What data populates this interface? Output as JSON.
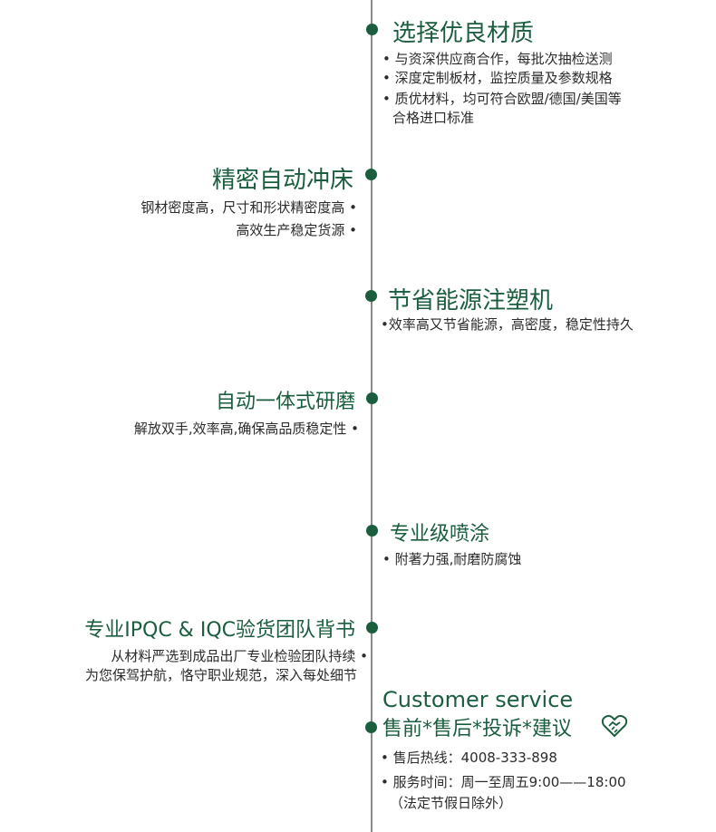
{
  "colors": {
    "accent": "#1a5e3f",
    "axis": "#8a8a8a",
    "text": "#2b2b2b"
  },
  "sections": [
    {
      "title": "选择优良材质",
      "lines": [
        "与资深供应商合作，每批次抽检送测",
        "深度定制板材，监控质量及参数规格",
        "质优材料，均可符合欧盟/德国/美国等",
        "合格进口标准"
      ]
    },
    {
      "title": "精密自动冲床",
      "lines": [
        "钢材密度高，尺寸和形状精密度高",
        "高效生产稳定货源"
      ]
    },
    {
      "title": "节省能源注塑机",
      "lines": [
        "效率高又节省能源，高密度，稳定性持久"
      ]
    },
    {
      "title": "自动一体式研磨",
      "lines": [
        "解放双手,效率高,确保高品质稳定性"
      ]
    },
    {
      "title": "专业级喷涂",
      "lines": [
        "附著力强,耐磨防腐蚀"
      ]
    },
    {
      "title": "专业IPQC & IQC验货团队背书",
      "lines": [
        "从材料严选到成品出厂专业检验团队持续",
        "为您保驾护航，恪守职业规范，深入每处细节"
      ]
    },
    {
      "title_en": "Customer service",
      "title": "售前*售后*投诉*建议",
      "lines": [
        "售后热线：4008-333-898",
        "服务时间：周一至周五9:00——18:00",
        "（法定节假日除外）"
      ],
      "icon": "handshake-icon"
    }
  ]
}
